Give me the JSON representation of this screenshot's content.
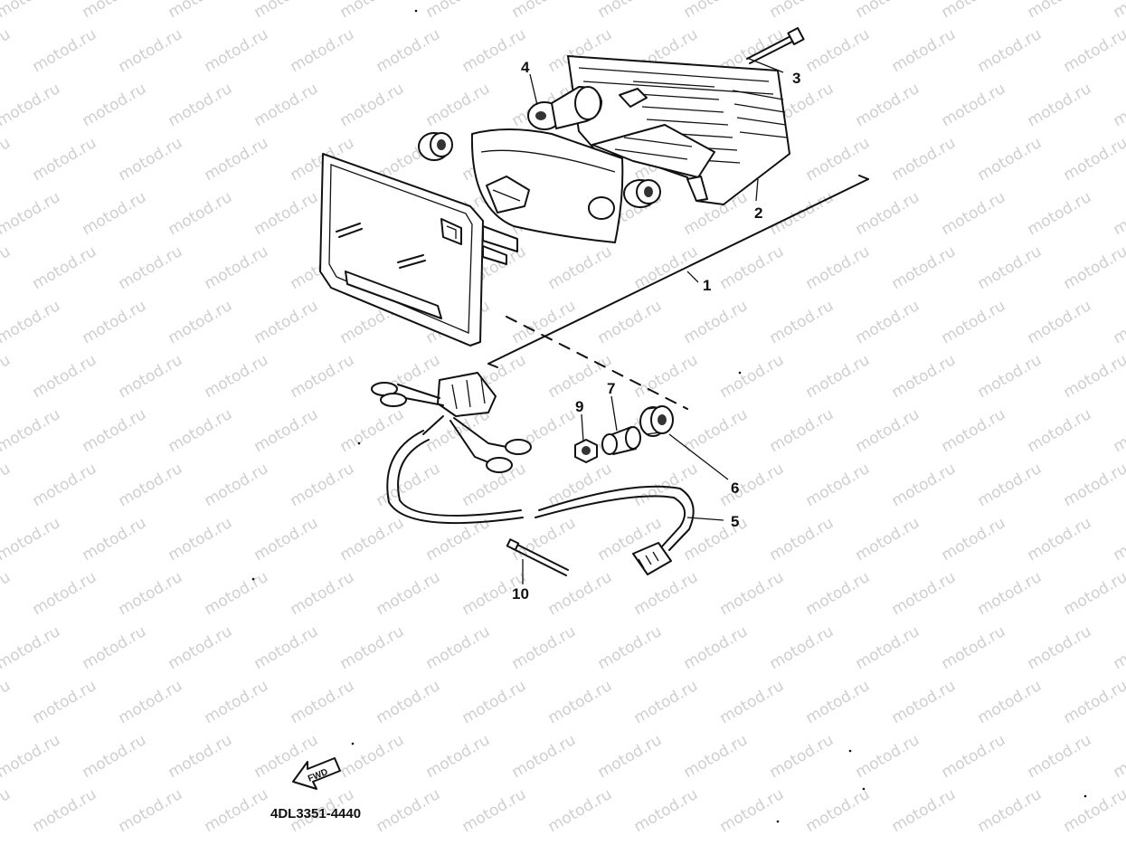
{
  "watermark": "motod.ru",
  "diagram_code": "4DL3351-4440",
  "fwd_label": "FWD",
  "callouts": {
    "c1": "1",
    "c2": "2",
    "c3": "3",
    "c4": "4",
    "c5": "5",
    "c6": "6",
    "c7": "7",
    "c9": "9",
    "c10": "10"
  }
}
